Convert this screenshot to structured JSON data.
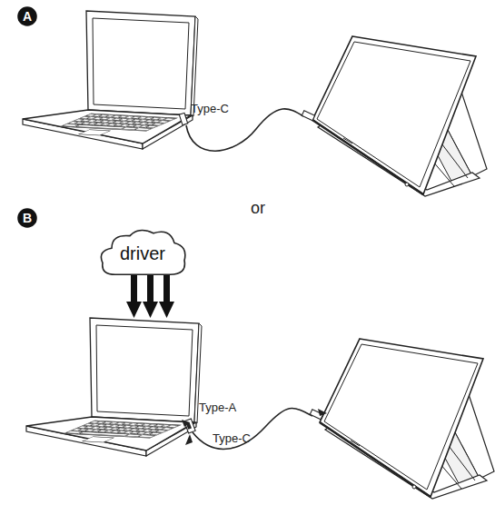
{
  "diagram": {
    "nodes": [
      {
        "text": [
          "A"
        ]
      },
      {
        "text": [
          "B"
        ]
      },
      {
        "text": [
          "driver"
        ]
      }
    ],
    "labels": [
      "Type-C",
      "or",
      "Type-A",
      "Type-C"
    ]
  }
}
